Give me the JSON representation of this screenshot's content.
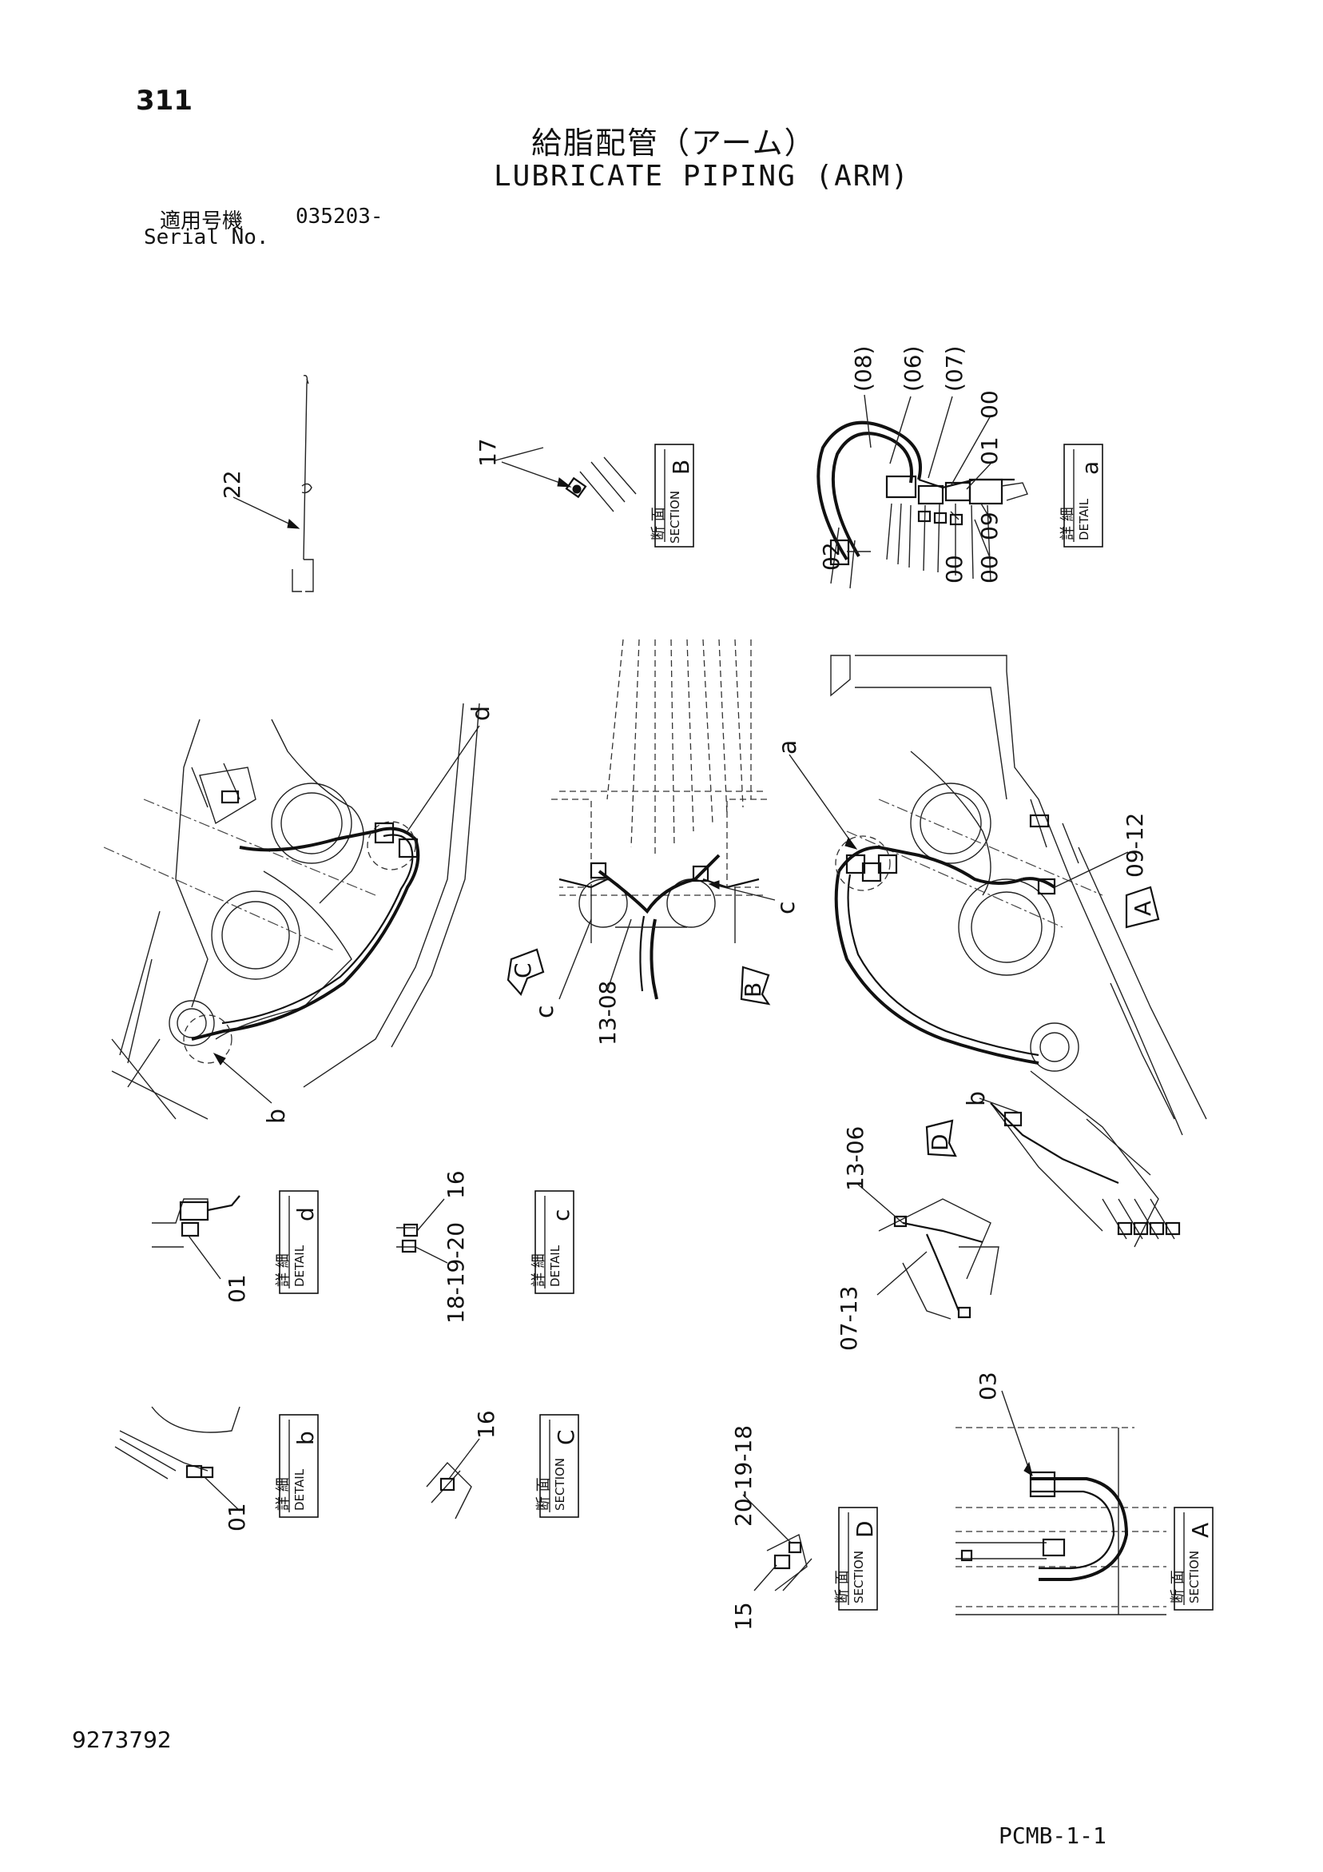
{
  "page_number": "311",
  "title_jp": "給脂配管（アーム）",
  "title_en": "LUBRICATE PIPING (ARM)",
  "serial_label_jp": "適用号機",
  "serial_label_en": "Serial No.",
  "serial_value": "035203-",
  "document_number": "9273792",
  "sheet_code": "PCMB-1-1",
  "views": {
    "section_b": {
      "jp": "断 面",
      "en": "SECTION",
      "letter": "B"
    },
    "detail_a": {
      "jp": "詳 細",
      "en": "DETAIL",
      "letter": "a"
    },
    "detail_d": {
      "jp": "詳 細",
      "en": "DETAIL",
      "letter": "d"
    },
    "detail_c": {
      "jp": "詳 細",
      "en": "DETAIL",
      "letter": "c"
    },
    "detail_b": {
      "jp": "詳 細",
      "en": "DETAIL",
      "letter": "b"
    },
    "section_c": {
      "jp": "断 面",
      "en": "SECTION",
      "letter": "C"
    },
    "section_d": {
      "jp": "断 面",
      "en": "SECTION",
      "letter": "D"
    },
    "section_a": {
      "jp": "断 面",
      "en": "SECTION",
      "letter": "A"
    }
  },
  "callouts": {
    "c22": "22",
    "c17": "17",
    "c08p": "(08)",
    "c06p": "(06)",
    "c07p": "(07)",
    "c00a": "00",
    "c01a": "01",
    "c09a": "09",
    "c00b": "00",
    "c00c": "00",
    "c02": "02",
    "ld": "d",
    "la": "a",
    "c0912": "09-12",
    "lA": "A",
    "lC": "C",
    "lB": "B",
    "lc1": "c",
    "c1308a": "13-08",
    "lc2": "c",
    "lb1": "b",
    "lb2": "b",
    "lD": "D",
    "c1306": "13-06",
    "c0713": "07-13",
    "c01d": "01",
    "c16c": "16",
    "c181920c": "18-19-20",
    "c01b": "01",
    "c16s": "16",
    "c201918": "20-19-18",
    "c15": "15",
    "c03": "03"
  }
}
